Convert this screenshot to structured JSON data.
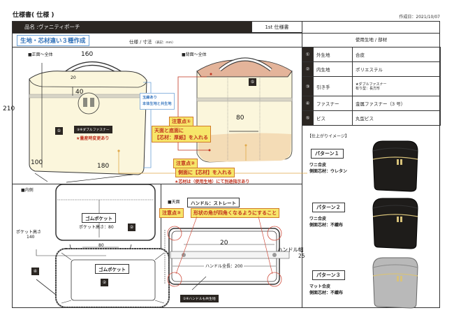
{
  "header": {
    "doc_title": "仕様書( 仕様 )",
    "created_date": "作成日：2021/10/07",
    "product_name": "品名 :ヴァニティポーチ",
    "version": "1st 仕様書",
    "highlight_title": "生地・芯材違い３種作成",
    "spec_label": "仕様 / 寸法",
    "spec_unit": "（表記：mm）"
  },
  "materials": {
    "heading": "使用生地 / 部材",
    "rows": [
      {
        "num": "①",
        "part": "外生地",
        "value": "合皮",
        "sub": ""
      },
      {
        "num": "②",
        "part": "内生地",
        "value": "ポリエステル",
        "sub": ""
      },
      {
        "num": "③",
        "part": "引き手",
        "value": "★ダブルファスナー",
        "sub": "有り型：長方形"
      },
      {
        "num": "④",
        "part": "ファスナー",
        "value": "金属ファスナー（3 号）",
        "sub": ""
      },
      {
        "num": "⑤",
        "part": "ビス",
        "value": "丸型ビス",
        "sub": ""
      }
    ]
  },
  "finish": {
    "heading": "【仕上がりイメージ】",
    "patterns": [
      {
        "label": "パターン１",
        "line1": "ワニ合皮",
        "line2": "側面芯材：ウレタン",
        "color": "#1e1c1a"
      },
      {
        "label": "パターン２",
        "line1": "ワニ合皮",
        "line2": "側面芯材：不織布",
        "color": "#1e1c1a"
      },
      {
        "label": "パターン３",
        "line1": "マット合皮",
        "line2": "側面芯材：不織布",
        "color": "#b9b9b9"
      }
    ]
  },
  "front": {
    "section": "■正面〜全体",
    "dims": {
      "top_width": "160",
      "handle_gap": "20",
      "zip_drop": "40",
      "height": "210",
      "depth": "100",
      "width": "180"
    },
    "zip_label": "③※ダブルファスナー",
    "zip_note": "★量産時変更あり",
    "part_num": "①",
    "blue_note_1": "玉縁あり",
    "blue_note_2": "本体生地と共生地"
  },
  "back": {
    "section": "■背面〜全体",
    "dim_width": "80",
    "part_num": "⑤",
    "caution1_title": "注意点①",
    "caution1_line1": "天面と底面に",
    "caution1_line2": "【芯材：厚紙】を入れる",
    "caution2_title": "注意点②",
    "caution2_line1": "側面に【芯材】を入れる",
    "caution2_note": "★芯材は（使用生地）にて別途指示あり"
  },
  "inside": {
    "section": "■内側",
    "pocket_label_top": "ゴムポケット",
    "pocket_height_top": "ポケット高さ：80",
    "pocket_label_bottom": "ゴムポケット",
    "pocket_height_label": "ポケット高さ",
    "pocket_height_value": "140",
    "dim_80": "80",
    "num_2a": "②",
    "num_2b": "②",
    "num_4": "④"
  },
  "top_view": {
    "section": "■天面",
    "handle_type": "ハンドル：ストレート",
    "caution3_title": "注意点③",
    "caution3_text": "形状の角が四角くなるようにすること",
    "dim_20": "20",
    "handle_length": "ハンドル全長：200",
    "handle_width_label": "ハンドル幅",
    "handle_width_value": "25",
    "handle_note": "①※ハンドルも共生地"
  }
}
